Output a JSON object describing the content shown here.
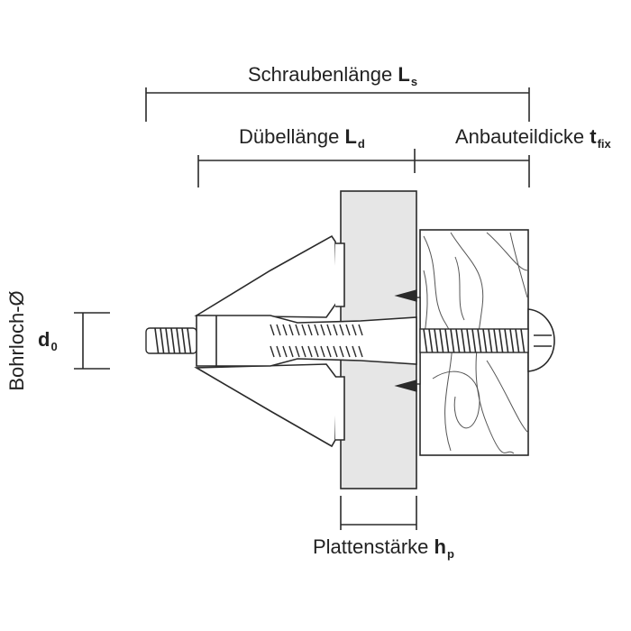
{
  "labels": {
    "screw_length": {
      "text": "Schraubenlänge",
      "symbol": "L",
      "sub": "s"
    },
    "dowel_length": {
      "text": "Dübellänge",
      "symbol": "L",
      "sub": "d"
    },
    "fixture_thickness": {
      "text": "Anbauteildicke",
      "symbol": "t",
      "sub": "fix"
    },
    "plate_thickness": {
      "text": "Plattenstärke",
      "symbol": "h",
      "sub": "p"
    },
    "drill_diameter": {
      "symbol": "d",
      "sub": "0"
    },
    "drill_hole": {
      "text": "Bohrloch-Ø"
    }
  },
  "colors": {
    "line": "#2a2a2a",
    "plate_fill": "#e6e6e6",
    "wood_fill": "#ffffff",
    "dowel_fill": "#ffffff"
  }
}
